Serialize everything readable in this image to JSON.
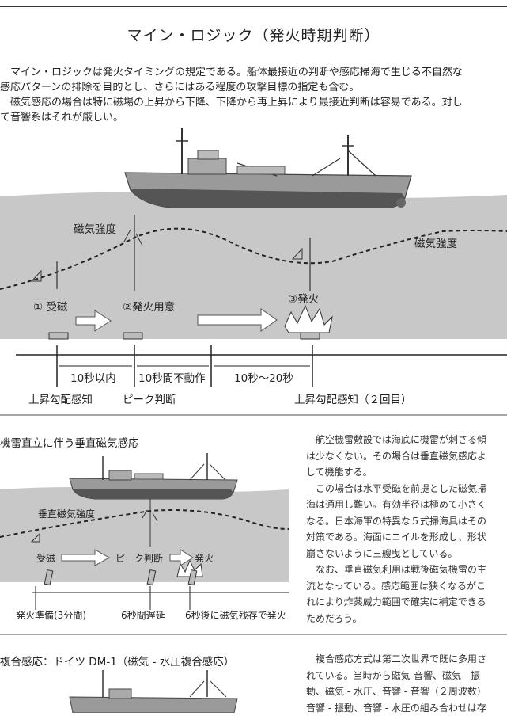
{
  "title": "マイン・ロジック（発火時期判断）",
  "intro": [
    "　マイン・ロジックは発火タイミングの規定である。船体最接近の判断や感応掃海で生じる不自然な",
    "感応パターンの排除を目的とし、さらにはある程度の攻撃目標の指定も含む。",
    "　磁気感応の場合は特に磁場の上昇から下降、下降から再上昇により最接近判断は容易である。対し",
    "て音響系はそれが厳しい。"
  ],
  "fig1": {
    "wave_label_left": "磁気強度",
    "wave_label_right": "磁気強度",
    "step1": "① 受磁",
    "step2": "②発火用意",
    "step3": "③発火",
    "interval1": "10秒以内",
    "interval2": "10秒間不動作",
    "interval3": "10秒～20秒",
    "event1": "上昇勾配感知",
    "event2": "ピーク判断",
    "event3": "上昇勾配感知（２回目）"
  },
  "sec2": {
    "heading": "機雷直立に伴う垂直磁気感応",
    "wave_label": "垂直磁気強度",
    "step1": "受磁",
    "step2": "ピーク判断",
    "step3": "発火",
    "note1": "発火準備(3分間)",
    "note2": "6秒間遅延",
    "note3": "6秒後に磁気残存で発火",
    "text": [
      "　航空機雷敷設では海底に機雷が刺さる傾",
      "は少なくない。その場合は垂直磁気感応よ",
      "して機能する。",
      "　この場合は水平受磁を前提とした磁気掃",
      "海は通用し難い。有効半径は極めて小さく",
      "なる。日本海軍の特異な５式掃海具はその",
      "対策である。海面にコイルを形成し、形状",
      "崩さないように三艘曳としている。",
      "　なお、垂直磁気利用は戦後磁気機雷の主",
      "流となっている。感応範囲は狭くなるがこ",
      "れにより炸薬威力範囲で確実に補定できる",
      "ためだろう。"
    ]
  },
  "sec3": {
    "heading": "複合感応：ドイツ DM-1（磁気 - 水圧複合感応）",
    "text": [
      "　複合感応方式は第二次世界で既に多用さ",
      "れている。当時から磁気-音響、磁気 - 振",
      "動、磁気 - 水圧、音響 - 音響（２周波数）",
      "音響 - 振動、音響 - 水圧の組み合わせは存"
    ]
  }
}
